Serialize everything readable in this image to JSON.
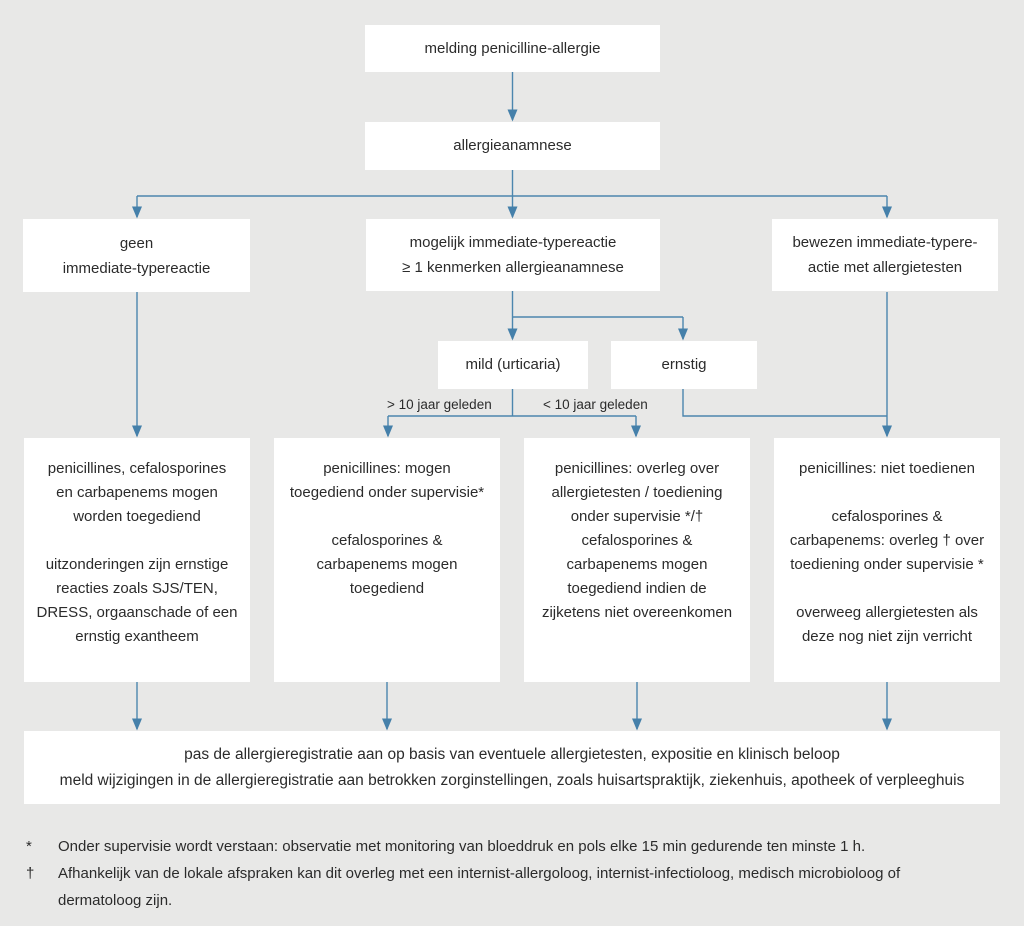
{
  "colors": {
    "background": "#e8e8e7",
    "node_background": "#ffffff",
    "arrow": "#4c86ae",
    "text": "#2b2b2b"
  },
  "nodes": {
    "start": {
      "label": "melding penicilline-allergie"
    },
    "anamnese": {
      "label": "allergieanamnese"
    },
    "geen": {
      "label": "geen\nimmediate-typereactie"
    },
    "mogelijk": {
      "label": "mogelijk immediate-typereactie\n≥ 1 kenmerken allergieanamnese"
    },
    "bewezen": {
      "label": "bewezen immediate-typere-\nactie met allergietesten"
    },
    "mild": {
      "label": "mild (urticaria)"
    },
    "ernstig": {
      "label": "ernstig"
    },
    "outcome1": {
      "label": "penicillines, cefalosporines\nen carbapenems mogen\nworden toegediend\n\nuitzonderingen zijn ernstige\nreacties zoals SJS/TEN,\nDRESS, orgaanschade of een\nernstig exantheem"
    },
    "outcome2": {
      "label": "penicillines: mogen\ntoegediend onder supervisie*\n\ncefalosporines &\ncarbapenems mogen\ntoegediend"
    },
    "outcome3": {
      "label": "penicillines: overleg over\nallergietesten / toediening\nonder supervisie */†\ncefalosporines &\ncarbapenems mogen\ntoegediend indien de\nzijketens niet overeenkomen"
    },
    "outcome4": {
      "label": "penicillines: niet toedienen\n\ncefalosporines &\ncarbapenems: overleg † over\ntoediening onder supervisie *\n\noverweeg allergietesten als\ndeze nog niet zijn verricht"
    },
    "footer": {
      "label": "pas de allergieregistratie aan op basis van eventuele allergietesten, expositie en klinisch beloop\nmeld wijzigingen in de allergieregistratie aan betrokken zorginstellingen, zoals huisartspraktijk, ziekenhuis, apotheek of verpleeghuis"
    }
  },
  "edge_labels": {
    "older": "> 10 jaar geleden",
    "younger": "< 10 jaar geleden"
  },
  "footnotes": [
    {
      "marker": "*",
      "text": "Onder supervisie wordt verstaan: observatie met monitoring van bloeddruk en pols elke 15 min gedurende ten minste 1 h."
    },
    {
      "marker": "†",
      "text": "Afhankelijk van de lokale afspraken kan dit overleg met een internist-allergoloog, internist-infectioloog, medisch microbioloog of dermatoloog zijn."
    }
  ]
}
